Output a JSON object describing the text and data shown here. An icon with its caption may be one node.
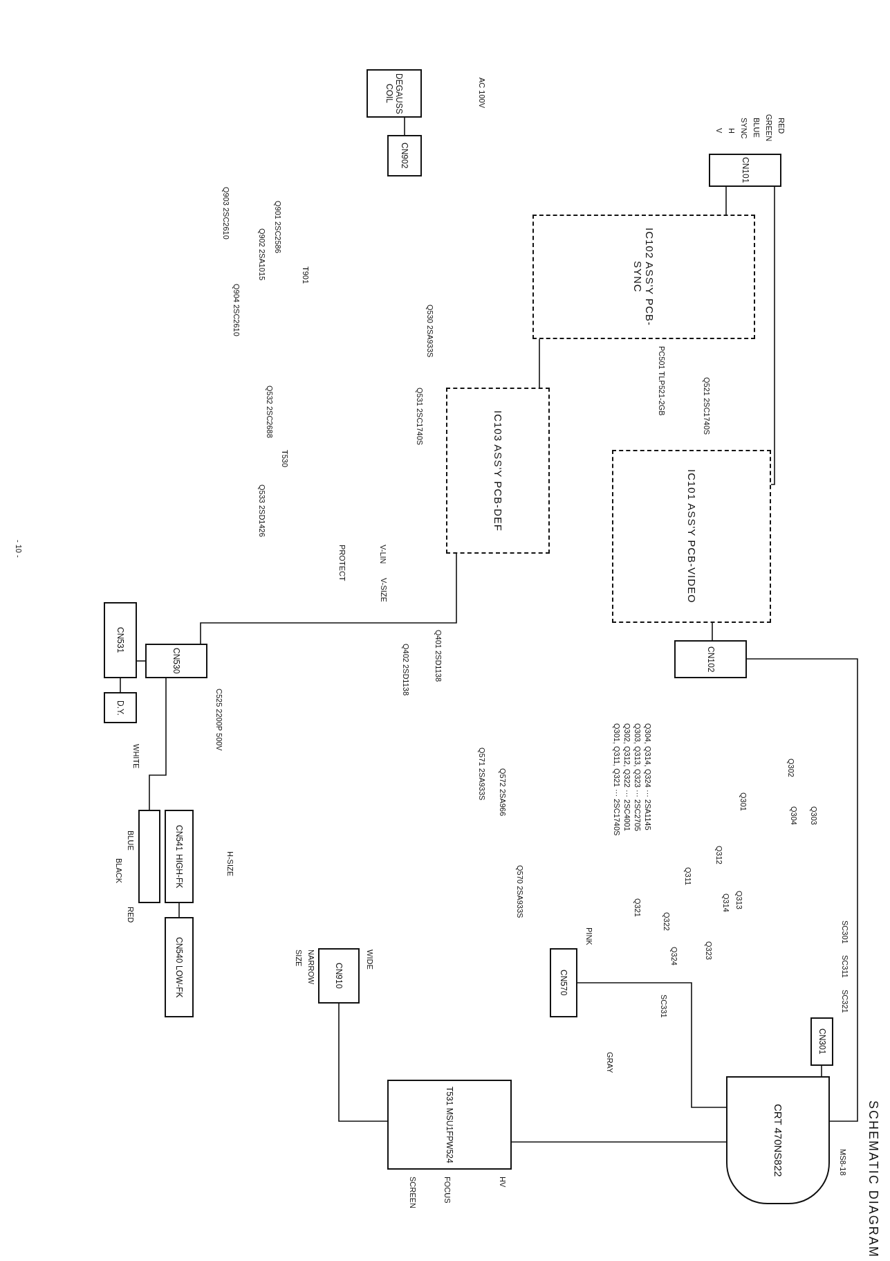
{
  "diagram": {
    "title": "SCHEMATIC DIAGRAM",
    "nodes": [
      {
        "text": [
          "CN101"
        ]
      },
      {
        "text": [
          "IC102 ASS'Y PCB-SYNC"
        ]
      },
      {
        "text": [
          "IC103 ASS'Y PCB-DEF"
        ]
      },
      {
        "text": [
          "IC101 ASS'Y PCB-VIDEO"
        ]
      },
      {
        "text": [
          "CN102"
        ]
      },
      {
        "text": [
          "CN301"
        ]
      },
      {
        "text": [
          "CRT 470NS822"
        ]
      },
      {
        "text": [
          "CN570"
        ]
      },
      {
        "text": [
          "T531 MSU1FPW524"
        ]
      },
      {
        "text": [
          "CN902"
        ]
      },
      {
        "text": [
          "DEGAUSS COIL"
        ]
      },
      {
        "text": [
          "CN530"
        ]
      },
      {
        "text": [
          "CN531"
        ]
      },
      {
        "text": [
          "D.Y."
        ]
      },
      {
        "text": [
          "CN541",
          "HIGH-FK"
        ]
      },
      {
        "text": [
          "CN540",
          "LOW-FK"
        ]
      },
      {
        "text": [
          "CN910"
        ]
      },
      {
        "text": [],
        "shape": "box"
      }
    ],
    "edges": [
      {
        "from": 0,
        "to": 1,
        "arrow": "none"
      },
      {
        "from": 0,
        "to": 3,
        "arrow": "none"
      },
      {
        "from": 1,
        "to": 2,
        "arrow": "none"
      },
      {
        "from": 3,
        "to": 4,
        "arrow": "none"
      },
      {
        "from": 2,
        "to": 11,
        "arrow": "none"
      },
      {
        "from": 11,
        "to": 12,
        "arrow": "none"
      },
      {
        "from": 12,
        "to": 13,
        "arrow": "none"
      },
      {
        "from": 4,
        "to": 6,
        "arrow": "none"
      },
      {
        "from": 5,
        "to": 6,
        "arrow": "none"
      },
      {
        "from": 7,
        "to": 6,
        "arrow": "none"
      },
      {
        "from": 8,
        "to": 6,
        "arrow": "none"
      },
      {
        "from": 9,
        "to": 10,
        "arrow": "none"
      },
      {
        "from": 14,
        "to": 15,
        "arrow": "none"
      },
      {
        "from": 16,
        "to": 8,
        "arrow": "none"
      },
      {
        "from": 11,
        "to": 17,
        "arrow": "none"
      }
    ],
    "labels": [
      "AC 100V",
      "V",
      "H",
      "SYNC",
      "BLUE",
      "GREEN",
      "RED",
      "Q903 2SC2610",
      "Q901 2SC2586",
      "Q902 2SA1015",
      "Q904 2SC2610",
      "T901",
      "Q532 2SC2688",
      "T530",
      "Q533 2SD1426",
      "Q530 2SA933S",
      "Q531 2SC1740S",
      "PC501 TLP521-2GB",
      "Q521 2SC1740S",
      "PROTECT",
      "V-LIN",
      "V-SIZE",
      "Q402 2SD1138",
      "Q401 2SD1138",
      "C525 2200P 500V",
      "Q571 2SA933S",
      "Q572 2SA966",
      "Q570 2SA933S",
      "Q301, Q311, Q321 ··· 2SC1740S",
      "Q302, Q312, Q322 ··· 2SC4001",
      "Q303, Q313, Q323 ··· 2SC2705",
      "Q304, Q314, Q324 ··· 2SA1145",
      "Q301",
      "Q302",
      "Q303",
      "Q304",
      "Q311",
      "Q312",
      "Q313",
      "Q314",
      "Q321",
      "Q322",
      "Q323",
      "Q324",
      "SC301",
      "SC311",
      "SC321",
      "SC331",
      "PINK",
      "GRAY",
      "H-SIZE",
      "WHITE",
      "BLUE",
      "BLACK",
      "RED",
      "WIDE",
      "NARROW",
      "SIZE",
      "SCREEN",
      "FOCUS",
      "HV",
      "MS8-18",
      "- 10 -"
    ]
  }
}
